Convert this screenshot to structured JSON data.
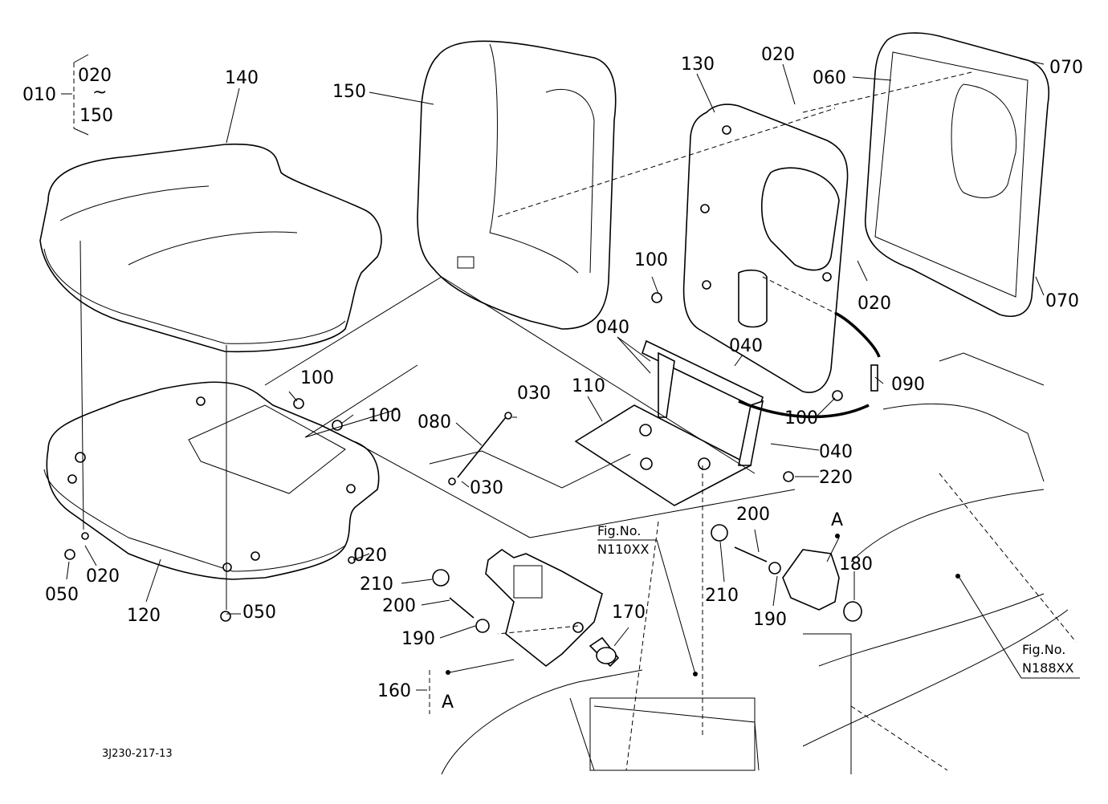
{
  "diagram": {
    "title": "Seat assembly parts diagram",
    "drawing_number": "3J230-217-13",
    "assembly_callout": {
      "number": "010",
      "range_start": "020",
      "range_symbol": "~",
      "range_end": "150"
    },
    "figure_references": [
      {
        "label": "Fig.No.",
        "number": "N110XX"
      },
      {
        "label": "Fig.No.",
        "number": "N188XX"
      }
    ],
    "detail_marker": "A",
    "part_labels": {
      "p020a": "020",
      "p020b": "020",
      "p020c": "020",
      "p020d": "020",
      "p020e": "020",
      "p030a": "030",
      "p030b": "030",
      "p040a": "040",
      "p040b": "040",
      "p040c": "040",
      "p050a": "050",
      "p050b": "050",
      "p060": "060",
      "p070a": "070",
      "p070b": "070",
      "p080": "080",
      "p090": "090",
      "p100a": "100",
      "p100b": "100",
      "p100c": "100",
      "p100d": "100",
      "p110": "110",
      "p120": "120",
      "p130": "130",
      "p140": "140",
      "p150": "150",
      "p160": "160",
      "p170": "170",
      "p180": "180",
      "p190a": "190",
      "p190b": "190",
      "p200a": "200",
      "p200b": "200",
      "p210a": "210",
      "p210b": "210",
      "p220": "220"
    }
  }
}
